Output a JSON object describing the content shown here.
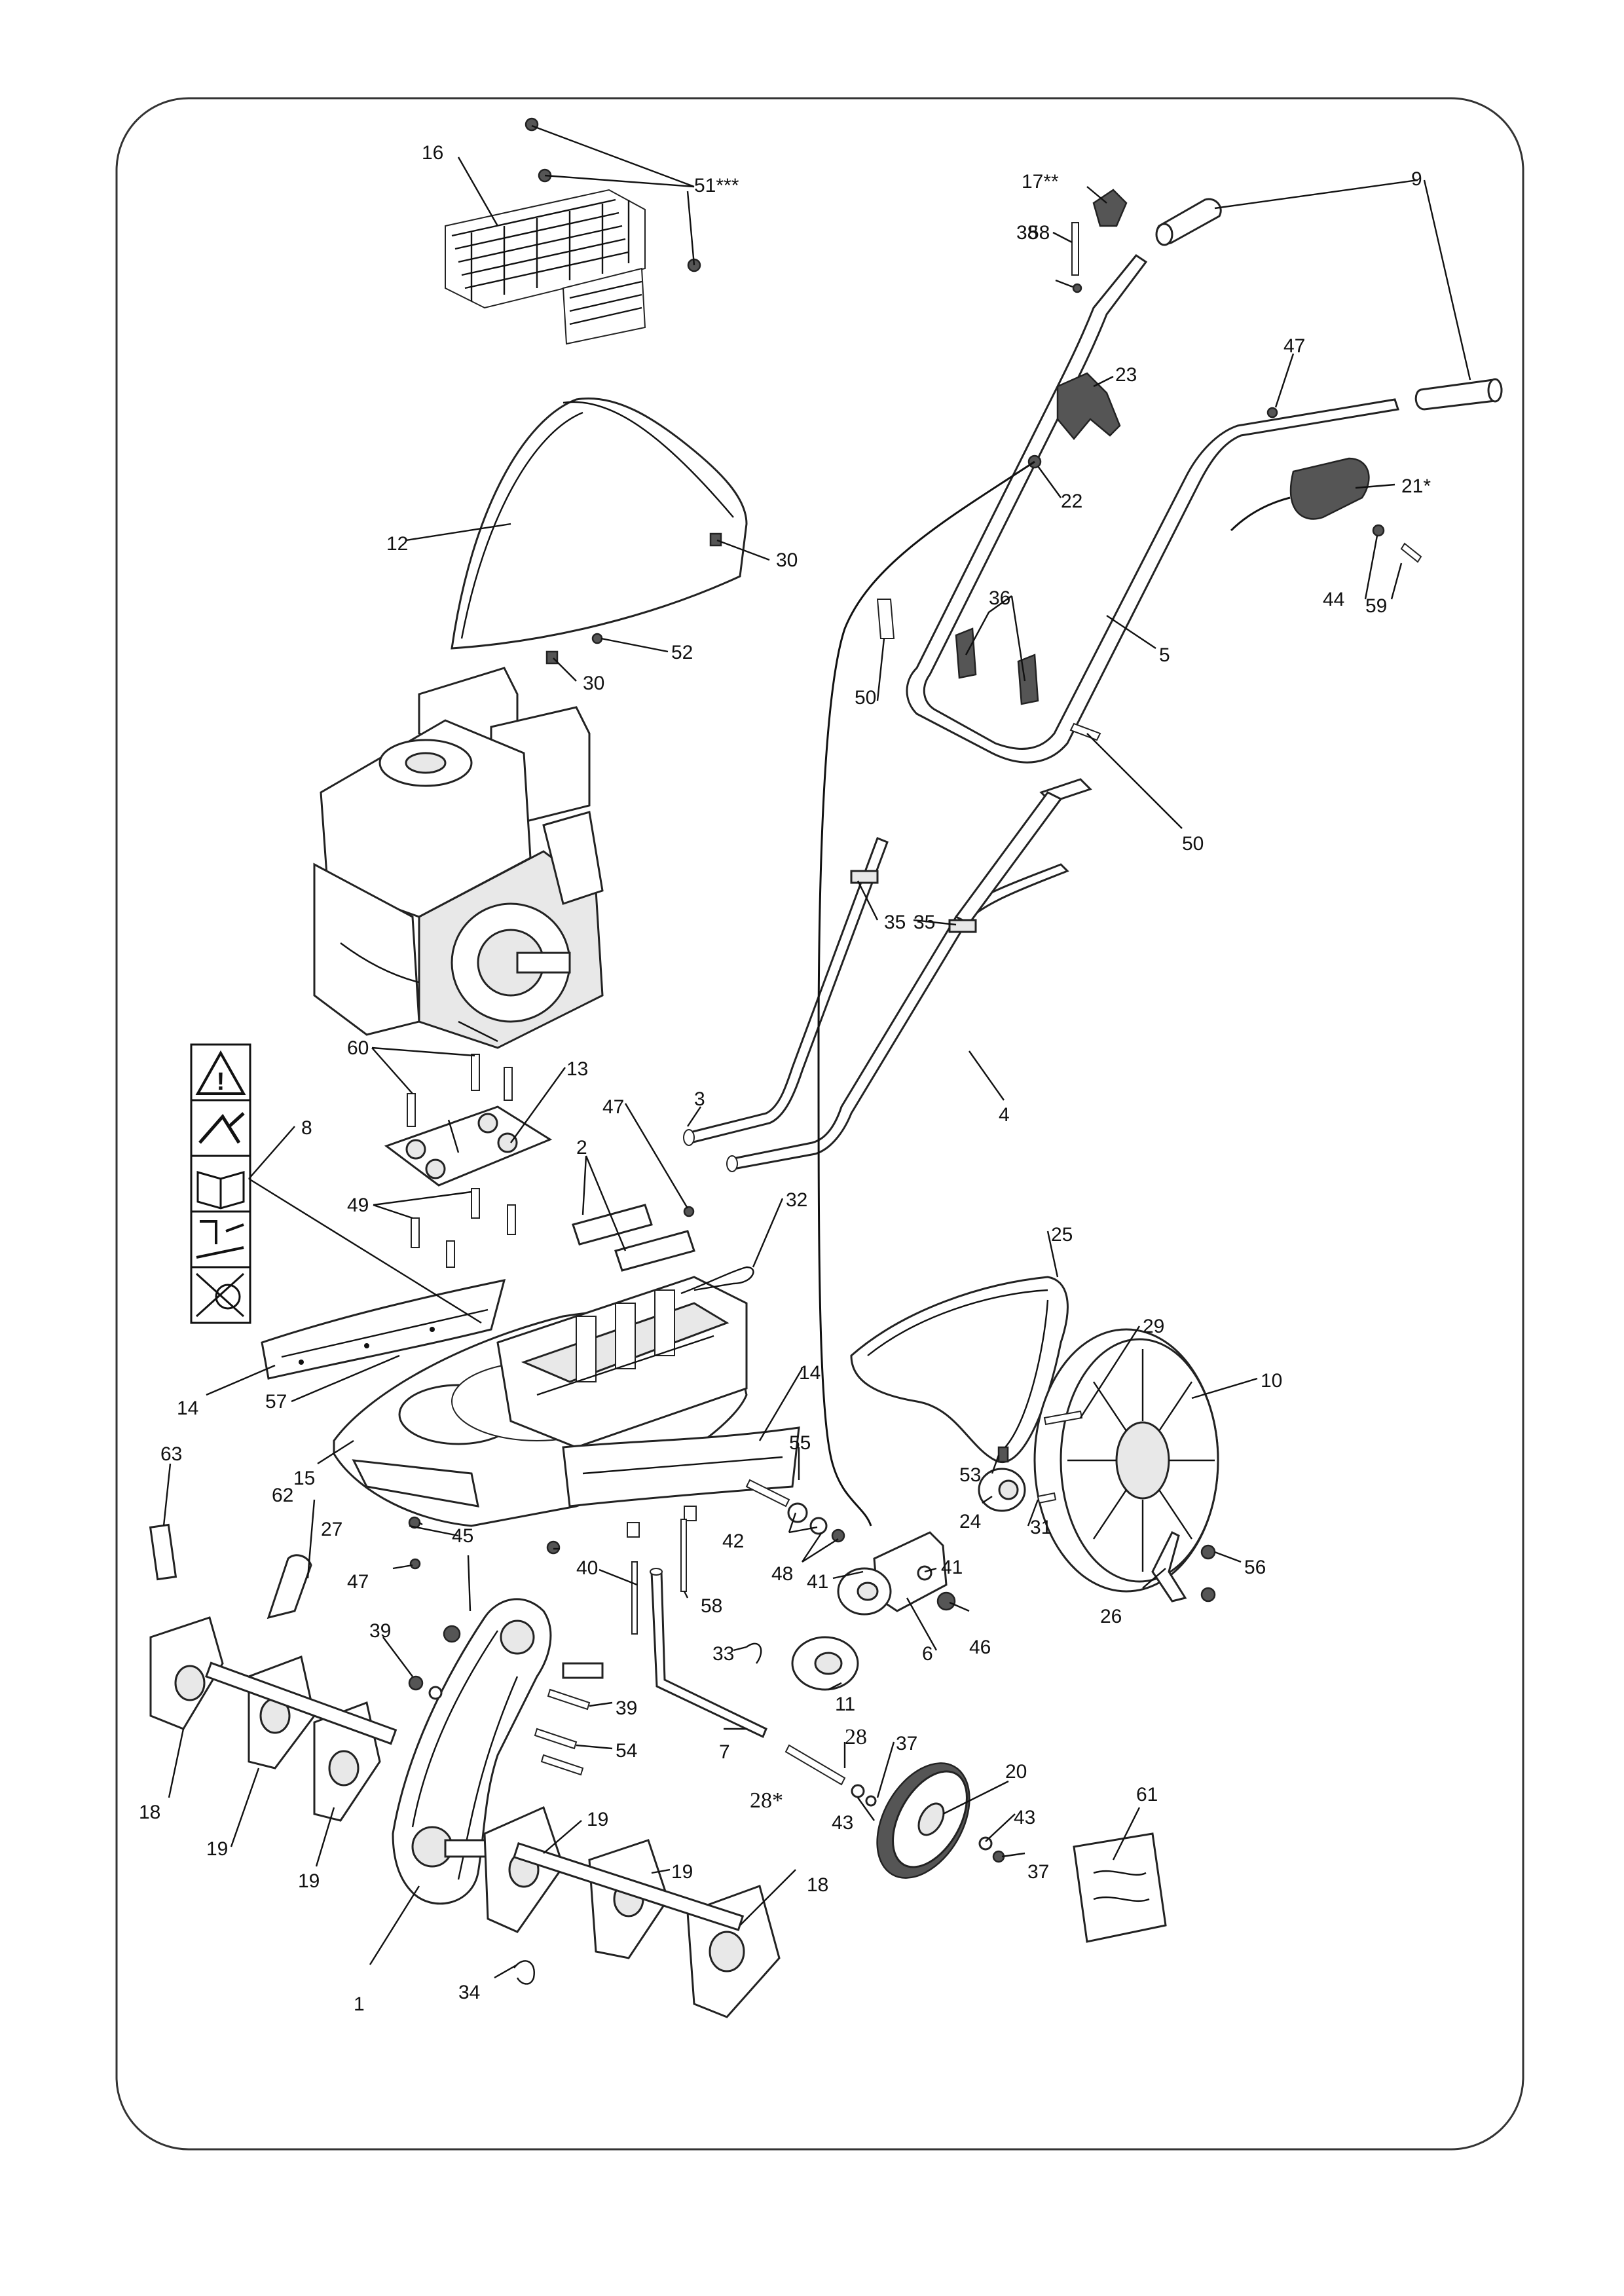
{
  "labels": [
    "1",
    "2",
    "3",
    "4",
    "5",
    "6",
    "7",
    "8",
    "9",
    "10",
    "11",
    "12",
    "13",
    "14",
    "14",
    "15",
    "16",
    "17**",
    "18",
    "18",
    "19",
    "19",
    "19",
    "19",
    "20",
    "21*",
    "22",
    "23",
    "24",
    "25",
    "26",
    "27",
    "28",
    "28*",
    "29",
    "30",
    "30",
    "31",
    "32",
    "33",
    "34",
    "35",
    "35",
    "36",
    "37",
    "37",
    "38",
    "39",
    "39",
    "40",
    "41",
    "41",
    "42",
    "43",
    "43",
    "44",
    "45",
    "46",
    "47",
    "47",
    "47",
    "48",
    "49",
    "50",
    "50",
    "51***",
    "52",
    "53",
    "54",
    "55",
    "56",
    "57",
    "58",
    "58",
    "59",
    "60",
    "61",
    "62",
    "63"
  ],
  "warning_icons": [
    "warning-triangle-icon",
    "projectile-hazard-icon",
    "read-manual-icon",
    "keep-distance-icon",
    "hand-in-tines-hazard-icon"
  ]
}
